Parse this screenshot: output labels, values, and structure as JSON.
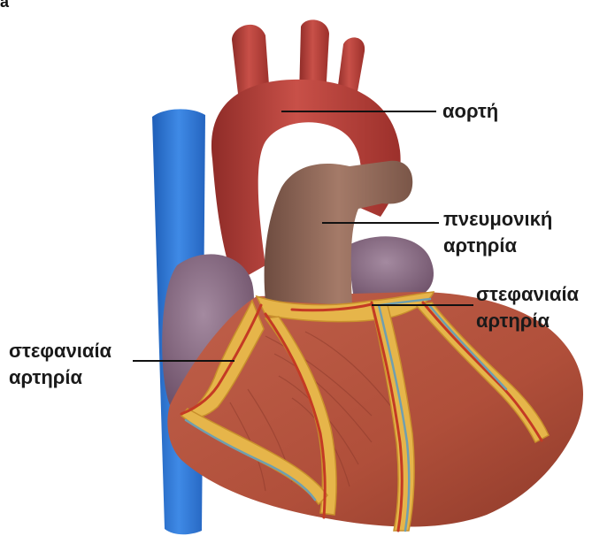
{
  "figure": {
    "corner_mark": "a",
    "colors": {
      "aorta": "#b4403a",
      "pulmonary_artery": "#8d6757",
      "vena_cava": "#2f77d4",
      "atrium": "#8a6a86",
      "ventricle": "#b0533c",
      "fat": "#e6b54a",
      "artery": "#c43a24",
      "vein": "#6f9fb0",
      "leader_line": "#111111"
    }
  },
  "labels": {
    "aorta": "αορτή",
    "pulmonary_artery": [
      "πνευμονική",
      "αρτηρία"
    ],
    "coronary_right": [
      "στεφανιαία",
      "αρτηρία"
    ],
    "coronary_left": [
      "στεφανιαία",
      "αρτηρία"
    ]
  }
}
